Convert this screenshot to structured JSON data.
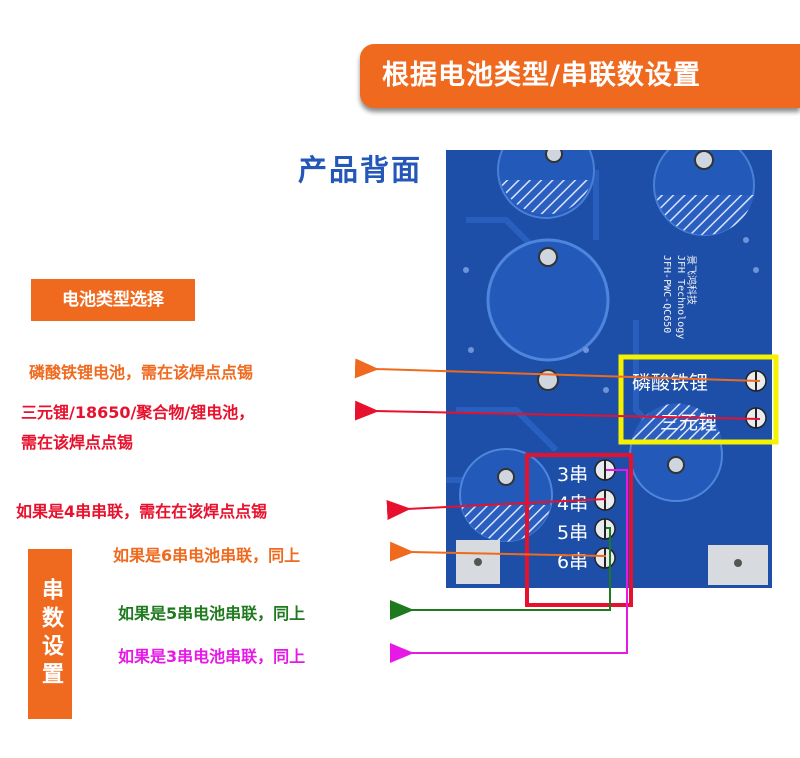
{
  "title": "根据电池类型/串联数设置",
  "product_back": "产品背面",
  "battery_type_badge": "电池类型选择",
  "series_badge": "串数设置",
  "notes": {
    "lifepo4": "磷酸铁锂电池，需在该焊点点锡",
    "ternary_line1": "三元锂/18650/聚合物/锂电池，",
    "ternary_line2": "需在该焊点点锡",
    "s4": "如果是4串串联，需在在该焊点点锡",
    "s6": "如果是6串电池串联，同上",
    "s5": "如果是5串电池串联，同上",
    "s3": "如果是3串电池串联，同上"
  },
  "pcb": {
    "lifepo4_label": "磷酸铁锂",
    "ternary_label": "三元锂",
    "series_labels": [
      "3串",
      "4串",
      "5串",
      "6串"
    ],
    "vertical_text": [
      "JFH Technology",
      "JFH-PWC-QC650",
      "景飞鸿科技"
    ]
  },
  "colors": {
    "orange": "#ef6a1e",
    "red": "#e8112d",
    "green": "#1f7a1f",
    "magenta": "#e619e6",
    "blue_text": "#2457b8",
    "pcb_blue": "#1d4fa8",
    "yellow_box": "#f5f200"
  }
}
